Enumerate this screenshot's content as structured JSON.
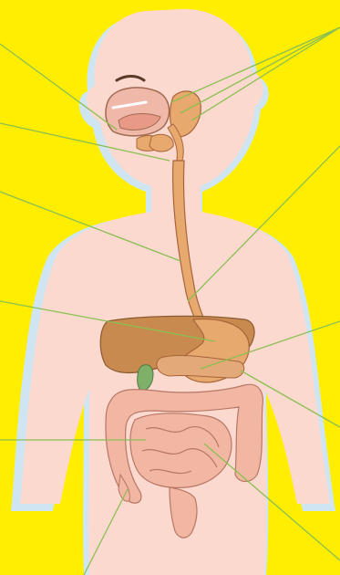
{
  "diagram": {
    "background": "#ffee00",
    "body_fill": "#fbd9cf",
    "body_shadow": "#cfe6f2",
    "organ_fill": "#e8a96e",
    "organ_stroke": "#a8643a",
    "liver_fill": "#c88a4e",
    "gallbladder_fill": "#7fb06a",
    "intestine_fill": "#f2b7a3",
    "intestine_stroke": "#b77764",
    "leader_line_color": "#8bbf52",
    "label_lines": [
      {
        "id": "mouth"
      },
      {
        "id": "salivary-glands"
      },
      {
        "id": "pharynx"
      },
      {
        "id": "esophagus"
      },
      {
        "id": "liver"
      },
      {
        "id": "stomach"
      },
      {
        "id": "gallbladder"
      },
      {
        "id": "pancreas"
      },
      {
        "id": "large-intestine"
      },
      {
        "id": "small-intestine"
      },
      {
        "id": "rectum"
      },
      {
        "id": "appendix"
      }
    ]
  }
}
